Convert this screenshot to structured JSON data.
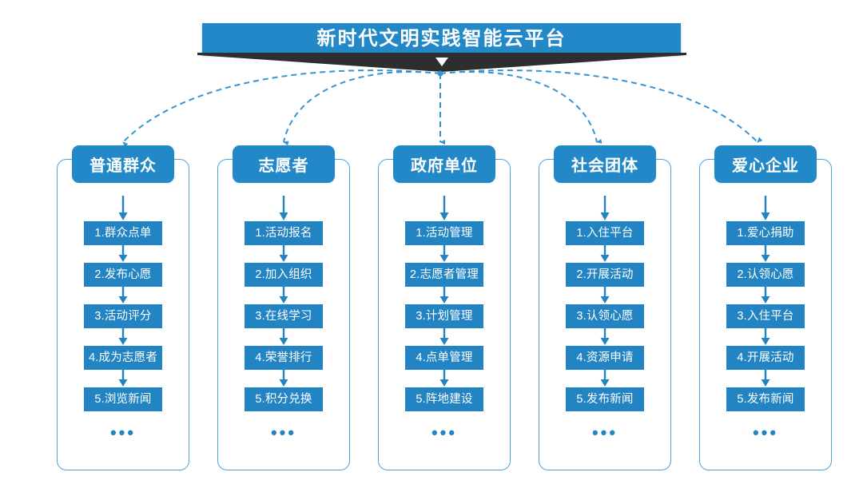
{
  "banner": {
    "title": "新时代文明实践智能云平台",
    "color": "#2288c8",
    "ribbon_color": "#2e2e2e",
    "chevron_icon": "chevron-down-icon"
  },
  "theme": {
    "box_blue": "#2384c4",
    "header_blue": "#2288c8",
    "outline_blue": "#4ba3dc",
    "arrow_blue": "#2384c4",
    "connector_blue": "#3595d2",
    "text_white": "#ffffff",
    "background": "#ffffff"
  },
  "ellipsis_label": "•••",
  "columns": [
    {
      "header": "普通群众",
      "steps": [
        "1.群众点单",
        "2.发布心愿",
        "3.活动评分",
        "4.成为志愿者",
        "5.浏览新闻"
      ]
    },
    {
      "header": "志愿者",
      "steps": [
        "1.活动报名",
        "2.加入组织",
        "3.在线学习",
        "4.荣誉排行",
        "5.积分兑换"
      ]
    },
    {
      "header": "政府单位",
      "steps": [
        "1.活动管理",
        "2.志愿者管理",
        "3.计划管理",
        "4.点单管理",
        "5.阵地建设"
      ]
    },
    {
      "header": "社会团体",
      "steps": [
        "1.入住平台",
        "2.开展活动",
        "3.认领心愿",
        "4.资源申请",
        "5.发布新闻"
      ]
    },
    {
      "header": "爱心企业",
      "steps": [
        "1.爱心捐助",
        "2.认领心愿",
        "3.入住平台",
        "4.开展活动",
        "5.发布新闻"
      ]
    }
  ]
}
